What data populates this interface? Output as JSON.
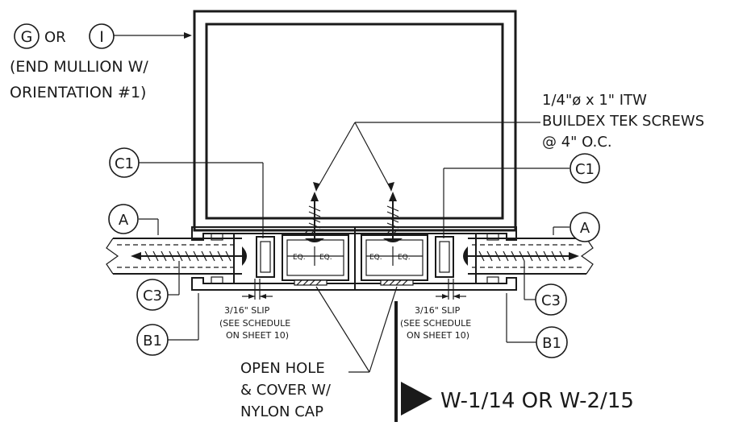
{
  "callouts": {
    "g": "G",
    "or_word": "OR",
    "i": "I",
    "end_mullion_line1": "(END MULLION W/",
    "end_mullion_line2": "ORIENTATION #1)",
    "screw_line1": "1/4\"ø x 1\" ITW",
    "screw_line2": "BUILDEX TEK SCREWS",
    "screw_line3": "@ 4\" O.C.",
    "c1_left": "C1",
    "c1_right": "C1",
    "a_left": "A",
    "a_right": "A",
    "c3_left": "C3",
    "c3_right": "C3",
    "b1_left": "B1",
    "b1_right": "B1",
    "eq": "EQ.",
    "slip": "3/16\" SLIP",
    "see_schedule": "(SEE SCHEDULE",
    "on_sheet": "ON SHEET 10)",
    "open_hole_line1": "OPEN HOLE",
    "open_hole_line2": "& COVER W/",
    "open_hole_line3": "NYLON CAP",
    "section_ref": "W-1/14 OR W-2/15"
  }
}
